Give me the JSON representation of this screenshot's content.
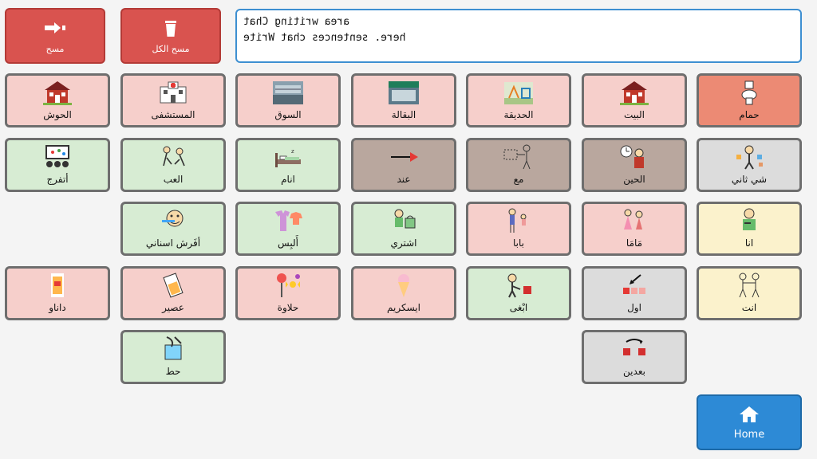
{
  "top": {
    "clear_label": "مسح",
    "clear_all_label": "مسح الكل",
    "text_lines": [
      "area writing Chat",
      "here. sentences chat Write"
    ]
  },
  "cells": [
    {
      "name": "bathroom",
      "label": "حمام",
      "icon": "toilet-icon",
      "color": "salmon",
      "col": 6,
      "row": 0
    },
    {
      "name": "house",
      "label": "البيت",
      "icon": "house-icon",
      "color": "pink",
      "col": 5,
      "row": 0
    },
    {
      "name": "garden",
      "label": "الحديقة",
      "icon": "park-icon",
      "color": "pink",
      "col": 4,
      "row": 0
    },
    {
      "name": "grocery",
      "label": "البقالة",
      "icon": "shop-photo-icon",
      "color": "pink",
      "col": 3,
      "row": 0
    },
    {
      "name": "market",
      "label": "السوق",
      "icon": "mall-photo-icon",
      "color": "pink",
      "col": 2,
      "row": 0
    },
    {
      "name": "hospital",
      "label": "المستشفى",
      "icon": "hospital-icon",
      "color": "pink",
      "col": 1,
      "row": 0
    },
    {
      "name": "yard",
      "label": "الحوش",
      "icon": "house-icon",
      "color": "pink",
      "col": 0,
      "row": 0
    },
    {
      "name": "something-else",
      "label": "شي ثاني",
      "icon": "person-options-icon",
      "color": "gray",
      "col": 6,
      "row": 1
    },
    {
      "name": "time",
      "label": "الحين",
      "icon": "clock-person-icon",
      "color": "brown",
      "col": 5,
      "row": 1
    },
    {
      "name": "with",
      "label": "مع",
      "icon": "with-icon",
      "color": "brown",
      "col": 4,
      "row": 1
    },
    {
      "name": "at",
      "label": "عند",
      "icon": "arrow-right-icon",
      "color": "brown",
      "col": 3,
      "row": 1
    },
    {
      "name": "sleep",
      "label": "انام",
      "icon": "bed-icon",
      "color": "green",
      "col": 2,
      "row": 1
    },
    {
      "name": "play",
      "label": "العب",
      "icon": "play-icon",
      "color": "green",
      "col": 1,
      "row": 1
    },
    {
      "name": "watch",
      "label": "أتفرج",
      "icon": "screen-audience-icon",
      "color": "green",
      "col": 0,
      "row": 1
    },
    {
      "name": "me",
      "label": "انا",
      "icon": "person-self-icon",
      "color": "yellow",
      "col": 6,
      "row": 2
    },
    {
      "name": "mom",
      "label": "مَامَا",
      "icon": "mother-icon",
      "color": "pink",
      "col": 5,
      "row": 2
    },
    {
      "name": "dad",
      "label": "بابا",
      "icon": "father-icon",
      "color": "pink",
      "col": 4,
      "row": 2
    },
    {
      "name": "buy",
      "label": "اشتري",
      "icon": "shopping-icon",
      "color": "green",
      "col": 3,
      "row": 2
    },
    {
      "name": "wear",
      "label": "أَلبِس",
      "icon": "clothes-icon",
      "color": "green",
      "col": 2,
      "row": 2
    },
    {
      "name": "brush-teeth",
      "label": "أفَرش اسناني",
      "icon": "toothbrush-icon",
      "color": "green",
      "col": 1,
      "row": 2
    },
    {
      "name": "you",
      "label": "انت",
      "icon": "two-people-icon",
      "color": "yellow",
      "col": 6,
      "row": 3
    },
    {
      "name": "first",
      "label": "اول",
      "icon": "first-icon",
      "color": "gray",
      "col": 5,
      "row": 3
    },
    {
      "name": "want",
      "label": "ابْغى",
      "icon": "want-icon",
      "color": "green",
      "col": 4,
      "row": 3
    },
    {
      "name": "ice-cream",
      "label": "ايسكريم",
      "icon": "ice-cream-icon",
      "color": "pink",
      "col": 3,
      "row": 3
    },
    {
      "name": "candy",
      "label": "حلاوة",
      "icon": "candy-icon",
      "color": "pink",
      "col": 2,
      "row": 3
    },
    {
      "name": "juice",
      "label": "عصير",
      "icon": "juice-icon",
      "color": "pink",
      "col": 1,
      "row": 3
    },
    {
      "name": "danao",
      "label": "داناو",
      "icon": "danao-drink-icon",
      "color": "pink",
      "col": 0,
      "row": 3
    },
    {
      "name": "later",
      "label": "بعدين",
      "icon": "later-icon",
      "color": "gray",
      "col": 5,
      "row": 4
    },
    {
      "name": "put",
      "label": "حط",
      "icon": "put-icon",
      "color": "green",
      "col": 1,
      "row": 4
    }
  ],
  "home": {
    "label": "Home"
  }
}
